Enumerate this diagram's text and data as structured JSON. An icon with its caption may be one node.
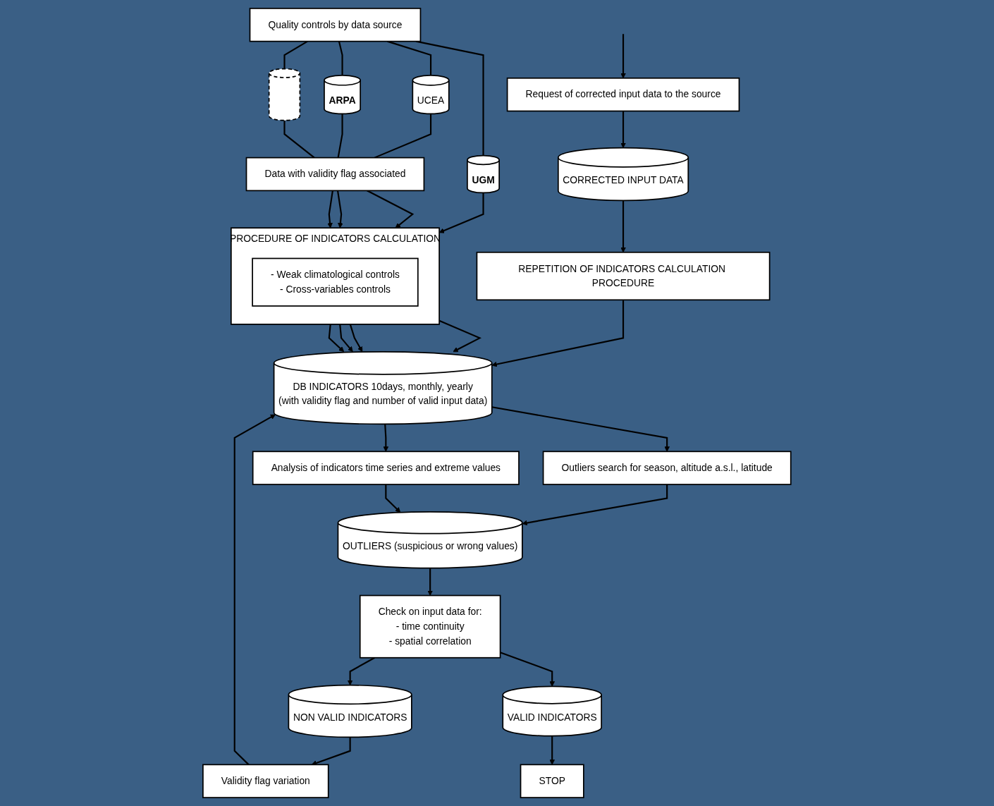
{
  "diagram": {
    "nodes": [
      {
        "text": [
          "Quality controls by data source"
        ]
      },
      {
        "text": [
          "UGM"
        ]
      },
      {
        "text": [
          "UCEA"
        ]
      },
      {
        "text": [
          "ARPA"
        ]
      },
      {
        "text": [],
        "shape": "cylinder"
      },
      {
        "text": [
          "Data with validity flag associated"
        ]
      },
      {
        "text": [
          "PROCEDURE OF INDICATORS CALCULATION"
        ]
      },
      {
        "text": [
          "- Weak climatological controls",
          "- Cross-variables controls"
        ],
        "in": 6
      },
      {
        "text": [
          "DB INDICATORS 10days, monthly, yearly",
          "(with validity flag and number of valid input data)"
        ]
      },
      {
        "text": [
          "Outliers search for season, altitude a.s.l., latitude"
        ]
      },
      {
        "text": [
          "Analysis of indicators time series and extreme values"
        ]
      },
      {
        "text": [
          "OUTLIERS (suspicious or wrong values)"
        ]
      },
      {
        "text": [
          "Check on input data for:",
          "- time continuity",
          "- spatial correlation"
        ]
      },
      {
        "text": [
          "NON VALID INDICATORS"
        ]
      },
      {
        "text": [
          "VALID INDICATORS"
        ]
      },
      {
        "text": [
          "Validity flag variation"
        ]
      },
      {
        "text": [
          "STOP"
        ]
      },
      {
        "text": [
          "Request of corrected input data to the source"
        ]
      },
      {
        "text": [
          "CORRECTED INPUT DATA"
        ]
      },
      {
        "text": [
          "REPETITION OF INDICATORS CALCULATION PROCEDURE"
        ]
      }
    ],
    "edges": [
      {
        "from": 0,
        "to": 1,
        "arrow": "none"
      },
      {
        "from": 0,
        "to": 2,
        "arrow": "none"
      },
      {
        "from": 0,
        "to": 3,
        "arrow": "none"
      },
      {
        "from": 0,
        "to": 4,
        "arrow": "none"
      },
      {
        "from": 1,
        "to": 6,
        "arrow": "to"
      },
      {
        "from": 2,
        "to": 5,
        "arrow": "none"
      },
      {
        "from": 3,
        "to": 5,
        "arrow": "none"
      },
      {
        "from": 4,
        "to": 5,
        "arrow": "none"
      },
      {
        "from": 5,
        "to": 6,
        "arrow": "to"
      },
      {
        "from": 5,
        "to": 6,
        "arrow": "to"
      },
      {
        "from": 5,
        "to": 6,
        "arrow": "to"
      },
      {
        "from": 6,
        "to": 8,
        "arrow": "to"
      },
      {
        "from": 6,
        "to": 8,
        "arrow": "to"
      },
      {
        "from": 6,
        "to": 8,
        "arrow": "to"
      },
      {
        "from": 6,
        "to": 8,
        "arrow": "to"
      },
      {
        "from": 8,
        "to": 9,
        "arrow": "to"
      },
      {
        "from": 8,
        "to": 10,
        "arrow": "to"
      },
      {
        "from": 9,
        "to": 11,
        "arrow": "to"
      },
      {
        "from": 10,
        "to": 11,
        "arrow": "to"
      },
      {
        "from": 11,
        "to": 12,
        "arrow": "to"
      },
      {
        "from": 12,
        "to": 13,
        "arrow": "to"
      },
      {
        "from": 12,
        "to": 14,
        "arrow": "to"
      },
      {
        "from": 13,
        "to": 15,
        "arrow": "to"
      },
      {
        "from": 15,
        "to": 8,
        "arrow": "to"
      },
      {
        "from": 14,
        "to": 16,
        "arrow": "to"
      },
      {
        "from": null,
        "to": 17,
        "arrow": "to"
      },
      {
        "from": 17,
        "to": 18,
        "arrow": "to"
      },
      {
        "from": 18,
        "to": 19,
        "arrow": "to"
      },
      {
        "from": 19,
        "to": 8,
        "arrow": "to"
      }
    ]
  }
}
